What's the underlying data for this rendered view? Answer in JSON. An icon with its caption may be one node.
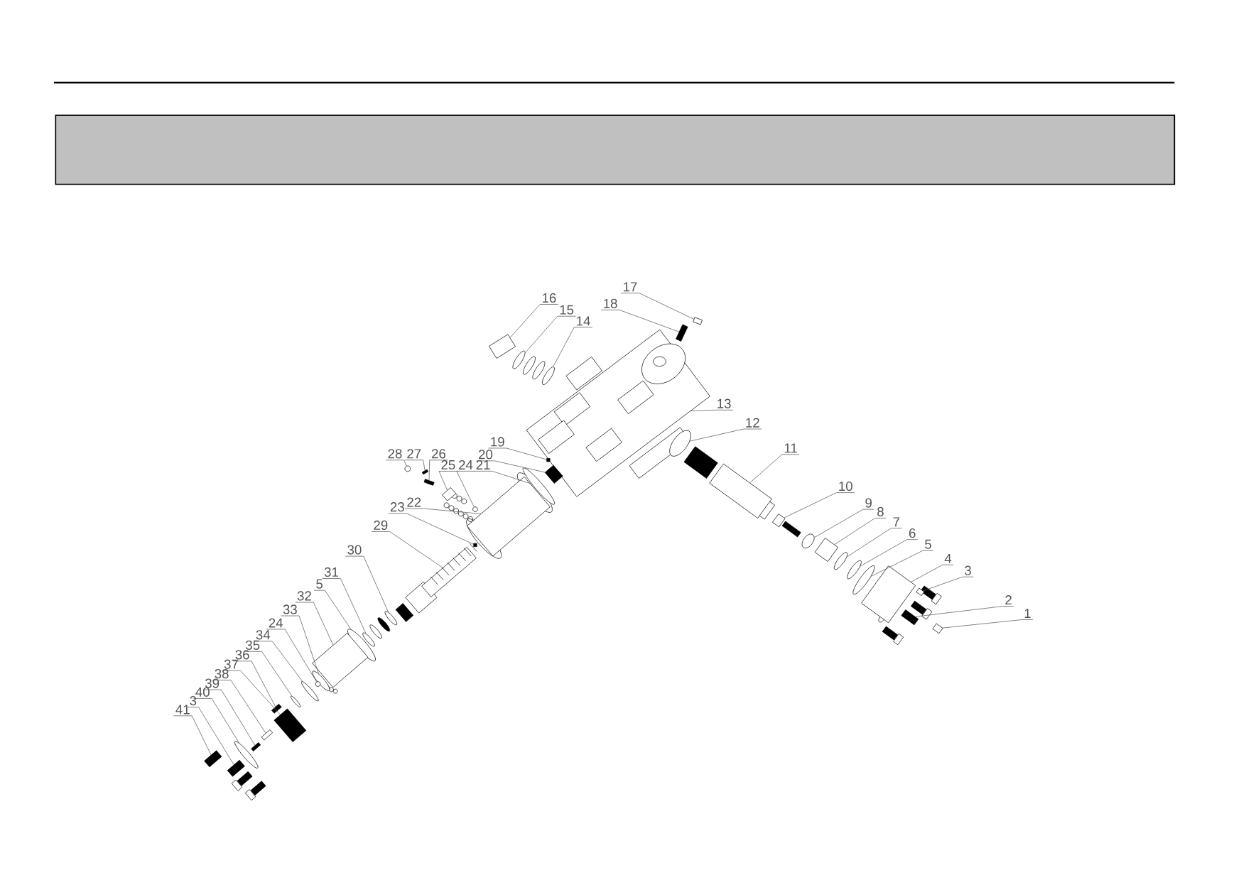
{
  "diagram": {
    "nodes": [
      {
        "text": [
          "17"
        ]
      },
      {
        "text": [
          "16"
        ]
      },
      {
        "text": [
          "18"
        ]
      },
      {
        "text": [
          "15"
        ]
      },
      {
        "text": [
          "14"
        ]
      },
      {
        "text": [
          "13"
        ]
      },
      {
        "text": [
          "12"
        ]
      },
      {
        "text": [
          "19"
        ]
      },
      {
        "text": [
          "11"
        ]
      },
      {
        "text": [
          "28"
        ]
      },
      {
        "text": [
          "27"
        ]
      },
      {
        "text": [
          "26"
        ]
      },
      {
        "text": [
          "20"
        ]
      },
      {
        "text": [
          "24"
        ]
      },
      {
        "text": [
          "25"
        ]
      },
      {
        "text": [
          "21"
        ]
      },
      {
        "text": [
          "10"
        ]
      },
      {
        "text": [
          "22"
        ]
      },
      {
        "text": [
          "9"
        ]
      },
      {
        "text": [
          "23"
        ]
      },
      {
        "text": [
          "8"
        ]
      },
      {
        "text": [
          "7"
        ]
      },
      {
        "text": [
          "29"
        ]
      },
      {
        "text": [
          "6"
        ]
      },
      {
        "text": [
          "5"
        ]
      },
      {
        "text": [
          "30"
        ]
      },
      {
        "text": [
          "4"
        ]
      },
      {
        "text": [
          "3"
        ]
      },
      {
        "text": [
          "31"
        ]
      },
      {
        "text": [
          "5"
        ]
      },
      {
        "text": [
          "32"
        ]
      },
      {
        "text": [
          "2"
        ]
      },
      {
        "text": [
          "33"
        ]
      },
      {
        "text": [
          "1"
        ]
      },
      {
        "text": [
          "24"
        ]
      },
      {
        "text": [
          "34"
        ]
      },
      {
        "text": [
          "35"
        ]
      },
      {
        "text": [
          "36"
        ]
      },
      {
        "text": [
          "37"
        ]
      },
      {
        "text": [
          "38"
        ]
      },
      {
        "text": [
          "39"
        ]
      },
      {
        "text": [
          "40"
        ]
      },
      {
        "text": [
          "3"
        ]
      },
      {
        "text": [
          "41"
        ]
      },
      {
        "text": [],
        "shape": "box"
      },
      {
        "text": [],
        "shape": "box"
      },
      {
        "text": [],
        "shape": "bar"
      },
      {
        "text": [],
        "shape": "ring"
      },
      {
        "text": [],
        "shape": "ring"
      },
      {
        "text": [],
        "shape": "box"
      },
      {
        "text": [],
        "shape": "ring"
      },
      {
        "text": [],
        "shape": "bar"
      },
      {
        "text": [],
        "shape": "box"
      },
      {
        "text": [],
        "shape": "ring"
      },
      {
        "text": [],
        "shape": "bar"
      },
      {
        "text": [],
        "shape": "bar"
      },
      {
        "text": [],
        "shape": "bar"
      },
      {
        "text": [],
        "shape": "ring"
      },
      {
        "text": [],
        "shape": "box"
      },
      {
        "text": [],
        "shape": "ring"
      },
      {
        "text": [],
        "shape": "box"
      },
      {
        "text": [],
        "shape": "box"
      },
      {
        "text": [],
        "shape": "ring"
      },
      {
        "text": [],
        "shape": "bar"
      },
      {
        "text": [],
        "shape": "box"
      },
      {
        "text": [],
        "shape": "ring"
      },
      {
        "text": [],
        "shape": "box"
      },
      {
        "text": [],
        "shape": "ring"
      },
      {
        "text": [],
        "shape": "ring"
      },
      {
        "text": [],
        "shape": "ring"
      },
      {
        "text": [],
        "shape": "box"
      },
      {
        "text": [],
        "shape": "box"
      },
      {
        "text": [],
        "shape": "ring"
      },
      {
        "text": [],
        "shape": "ring"
      },
      {
        "text": [],
        "shape": "box"
      },
      {
        "text": [],
        "shape": "bar"
      },
      {
        "text": [],
        "shape": "ring"
      },
      {
        "text": [],
        "shape": "box"
      },
      {
        "text": [],
        "shape": "ring"
      },
      {
        "text": [],
        "shape": "ring"
      },
      {
        "text": [],
        "shape": "ring"
      },
      {
        "text": [],
        "shape": "bar"
      },
      {
        "text": [],
        "shape": "bar"
      },
      {
        "text": [],
        "shape": "box"
      },
      {
        "text": [],
        "shape": "bar"
      },
      {
        "text": [],
        "shape": "ring"
      },
      {
        "text": [],
        "shape": "bar"
      },
      {
        "text": [],
        "shape": "bar"
      }
    ],
    "edges": [
      {
        "from": 0,
        "to": 44,
        "arrow": "none"
      },
      {
        "from": 1,
        "to": 45,
        "arrow": "none"
      },
      {
        "from": 2,
        "to": 46,
        "arrow": "none"
      },
      {
        "from": 3,
        "to": 47,
        "arrow": "none"
      },
      {
        "from": 4,
        "to": 48,
        "arrow": "none"
      },
      {
        "from": 5,
        "to": 49,
        "arrow": "none"
      },
      {
        "from": 6,
        "to": 50,
        "arrow": "none"
      },
      {
        "from": 7,
        "to": 51,
        "arrow": "none"
      },
      {
        "from": 8,
        "to": 52,
        "arrow": "none"
      },
      {
        "from": 9,
        "to": 53,
        "arrow": "none"
      },
      {
        "from": 10,
        "to": 54,
        "arrow": "none"
      },
      {
        "from": 11,
        "to": 55,
        "arrow": "none"
      },
      {
        "from": 12,
        "to": 56,
        "arrow": "none"
      },
      {
        "from": 13,
        "to": 57,
        "arrow": "none"
      },
      {
        "from": 14,
        "to": 58,
        "arrow": "none"
      },
      {
        "from": 15,
        "to": 59,
        "arrow": "none"
      },
      {
        "from": 16,
        "to": 60,
        "arrow": "none"
      },
      {
        "from": 17,
        "to": 61,
        "arrow": "none"
      },
      {
        "from": 18,
        "to": 62,
        "arrow": "none"
      },
      {
        "from": 19,
        "to": 63,
        "arrow": "none"
      },
      {
        "from": 20,
        "to": 64,
        "arrow": "none"
      },
      {
        "from": 21,
        "to": 65,
        "arrow": "none"
      },
      {
        "from": 22,
        "to": 66,
        "arrow": "none"
      },
      {
        "from": 23,
        "to": 67,
        "arrow": "none"
      },
      {
        "from": 24,
        "to": 68,
        "arrow": "none"
      },
      {
        "from": 25,
        "to": 69,
        "arrow": "none"
      },
      {
        "from": 26,
        "to": 70,
        "arrow": "none"
      },
      {
        "from": 27,
        "to": 71,
        "arrow": "none"
      },
      {
        "from": 28,
        "to": 72,
        "arrow": "none"
      },
      {
        "from": 29,
        "to": 73,
        "arrow": "none"
      },
      {
        "from": 30,
        "to": 74,
        "arrow": "none"
      },
      {
        "from": 31,
        "to": 75,
        "arrow": "none"
      },
      {
        "from": 32,
        "to": 76,
        "arrow": "none"
      },
      {
        "from": 33,
        "to": 77,
        "arrow": "none"
      },
      {
        "from": 34,
        "to": 78,
        "arrow": "none"
      },
      {
        "from": 35,
        "to": 79,
        "arrow": "none"
      },
      {
        "from": 36,
        "to": 80,
        "arrow": "none"
      },
      {
        "from": 37,
        "to": 81,
        "arrow": "none"
      },
      {
        "from": 38,
        "to": 82,
        "arrow": "none"
      },
      {
        "from": 39,
        "to": 83,
        "arrow": "none"
      },
      {
        "from": 40,
        "to": 84,
        "arrow": "none"
      },
      {
        "from": 41,
        "to": 85,
        "arrow": "none"
      },
      {
        "from": 42,
        "to": 86,
        "arrow": "none"
      },
      {
        "from": 43,
        "to": 87,
        "arrow": "none"
      }
    ]
  }
}
